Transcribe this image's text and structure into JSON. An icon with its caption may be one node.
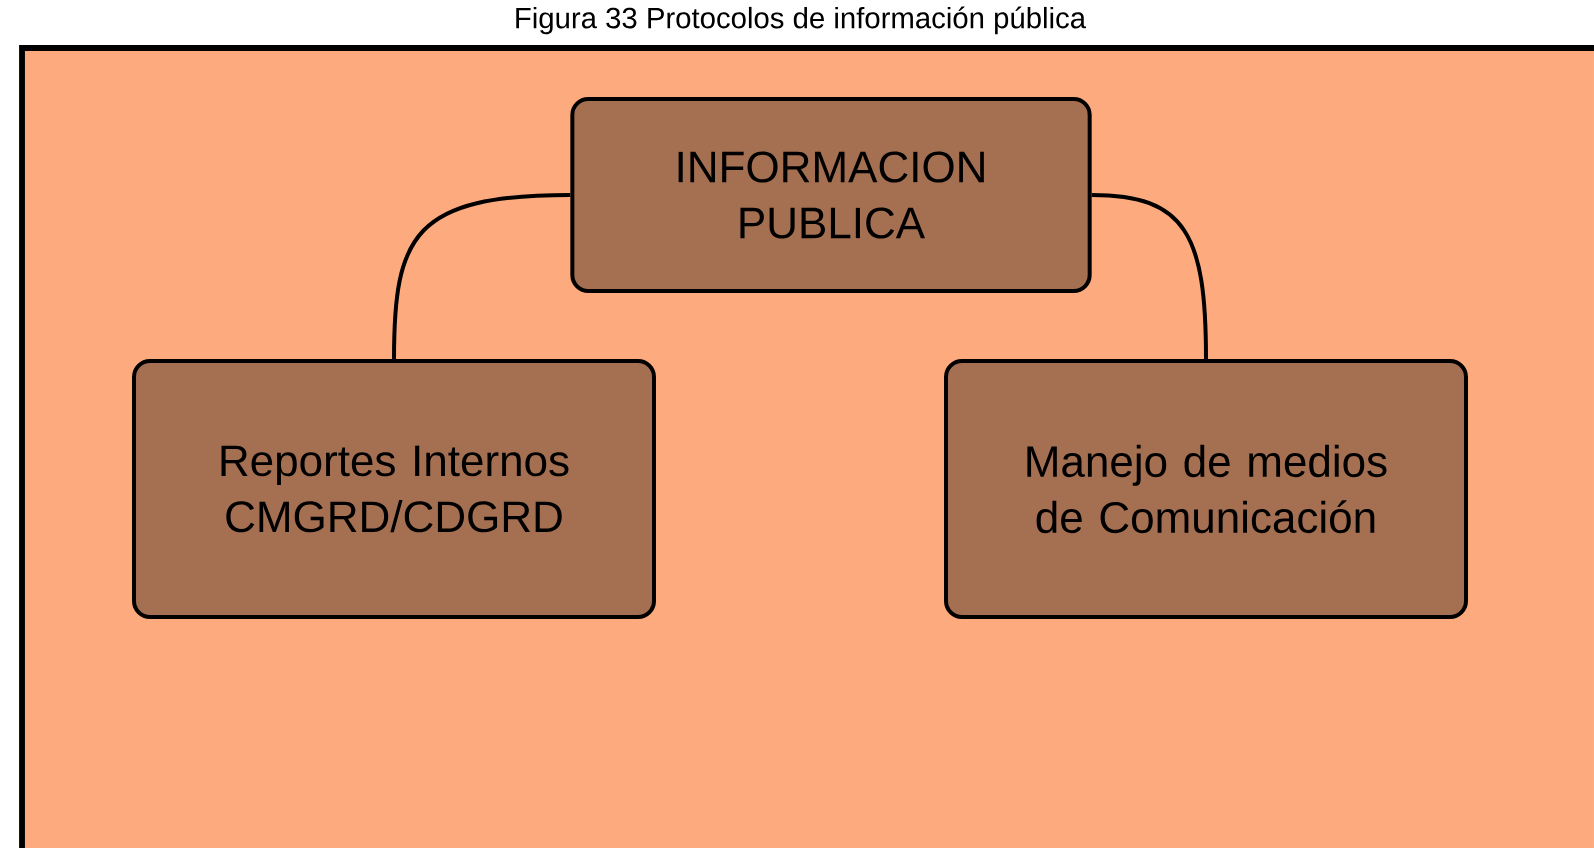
{
  "diagram": {
    "title": "Figura 33 Protocolos de información pública",
    "nodes": [
      {
        "text": [
          "INFORMACION PUBLICA"
        ]
      },
      {
        "text": [
          "Reportes Internos CMGRD/CDGRD"
        ]
      },
      {
        "text": [
          "Manejo de medios de Comunicación"
        ]
      }
    ],
    "edges": [
      {
        "from": 0,
        "to": 1,
        "arrow": "none"
      },
      {
        "from": 0,
        "to": 2,
        "arrow": "none"
      }
    ]
  }
}
